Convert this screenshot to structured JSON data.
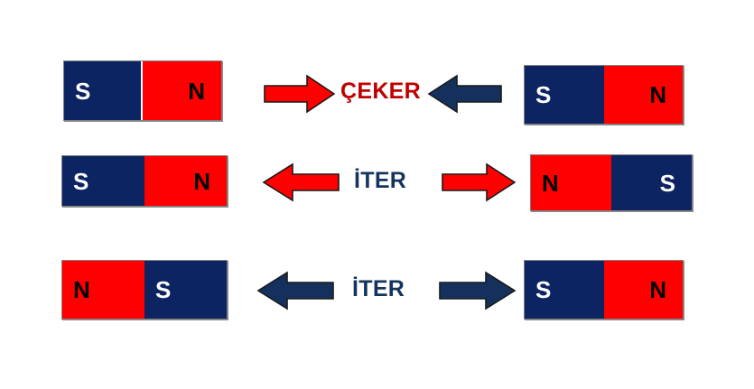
{
  "figure": {
    "kind": "magnet-interaction-diagram",
    "language": "tr",
    "background_color": "#ffffff",
    "colors": {
      "north_pole_red": "#fe0000",
      "south_pole_navy": "#0c2461",
      "attract_caption_red": "#c00000",
      "repel_caption_navy": "#14345e",
      "arrow_red": "#fe0000",
      "arrow_navy": "#14315e",
      "arrow_outline": "#1a1a1a",
      "magnet_border": "#808080",
      "label_on_navy": "#ffffff",
      "label_on_red": "#000000"
    }
  },
  "rows": [
    {
      "id": "row-attract",
      "caption": "ÇEKER",
      "caption_color": "#c00000",
      "left_magnet": {
        "id": "magnet-left-1",
        "poles": [
          {
            "label": "S",
            "color": "navy",
            "align": "left"
          },
          {
            "label": "N",
            "color": "red",
            "align": "right"
          }
        ]
      },
      "right_magnet": {
        "id": "magnet-right-1",
        "poles": [
          {
            "label": "S",
            "color": "navy",
            "align": "left"
          },
          {
            "label": "N",
            "color": "red",
            "align": "right"
          }
        ]
      },
      "left_arrow": {
        "direction": "right",
        "color": "red"
      },
      "right_arrow": {
        "direction": "left",
        "color": "navy"
      }
    },
    {
      "id": "row-repel-1",
      "caption": "İTER",
      "caption_color": "#14345e",
      "left_magnet": {
        "id": "magnet-left-2",
        "poles": [
          {
            "label": "S",
            "color": "navy",
            "align": "left"
          },
          {
            "label": "N",
            "color": "red",
            "align": "right"
          }
        ]
      },
      "right_magnet": {
        "id": "magnet-right-2",
        "poles": [
          {
            "label": "N",
            "color": "red",
            "align": "left"
          },
          {
            "label": "S",
            "color": "navy",
            "align": "right"
          }
        ]
      },
      "left_arrow": {
        "direction": "left",
        "color": "red"
      },
      "right_arrow": {
        "direction": "right",
        "color": "red"
      }
    },
    {
      "id": "row-repel-2",
      "caption": "İTER",
      "caption_color": "#14345e",
      "left_magnet": {
        "id": "magnet-left-3",
        "poles": [
          {
            "label": "N",
            "color": "red",
            "align": "left"
          },
          {
            "label": "S",
            "color": "navy",
            "align": "left"
          }
        ]
      },
      "right_magnet": {
        "id": "magnet-right-3",
        "poles": [
          {
            "label": "S",
            "color": "navy",
            "align": "left"
          },
          {
            "label": "N",
            "color": "red",
            "align": "right"
          }
        ]
      },
      "left_arrow": {
        "direction": "left",
        "color": "navy"
      },
      "right_arrow": {
        "direction": "right",
        "color": "navy"
      }
    }
  ]
}
